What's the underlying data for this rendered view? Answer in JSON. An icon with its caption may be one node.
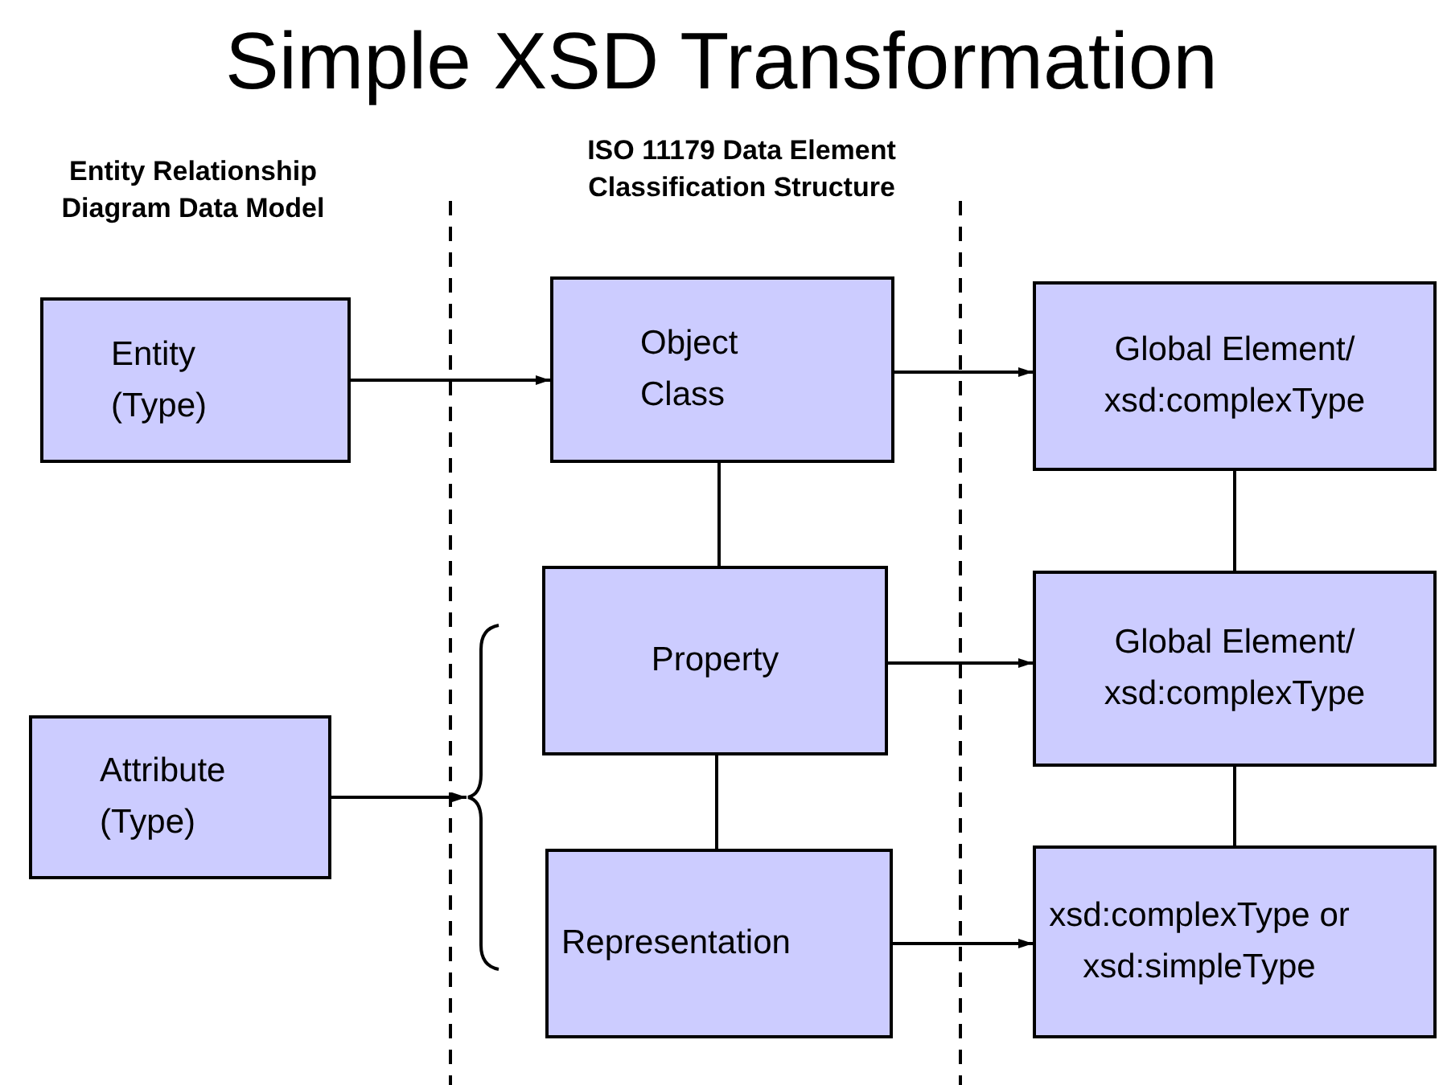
{
  "diagram": {
    "title": "Simple XSD Transformation",
    "nodes": [
      {
        "text": [
          "Entity (Type)"
        ]
      },
      {
        "text": [
          "Object Class"
        ]
      },
      {
        "text": [
          "Global Element/ xsd:complexType"
        ]
      },
      {
        "text": [
          "Attribute (Type)"
        ]
      },
      {
        "text": [
          "Property"
        ]
      },
      {
        "text": [
          "Representation"
        ]
      },
      {
        "text": [
          "Global Element/ xsd:complexType"
        ]
      },
      {
        "text": [
          "xsd:complexType or xsd:simpleType"
        ]
      },
      {
        "text": [],
        "shape": "bracket"
      }
    ],
    "edges": [
      {
        "from": 0,
        "to": 1,
        "arrow": "to"
      },
      {
        "from": 1,
        "to": 2,
        "arrow": "to"
      },
      {
        "from": 3,
        "to": 8,
        "arrow": "to"
      },
      {
        "from": 1,
        "to": 4,
        "arrow": "none"
      },
      {
        "from": 4,
        "to": 6,
        "arrow": "to"
      },
      {
        "from": 4,
        "to": 5,
        "arrow": "none"
      },
      {
        "from": 5,
        "to": 7,
        "arrow": "to"
      },
      {
        "from": 2,
        "to": 6,
        "arrow": "none"
      },
      {
        "from": 6,
        "to": 7,
        "arrow": "none"
      }
    ],
    "labels": [
      "Entity Relationship Diagram Data Model",
      "ISO 11179 Data Element Classification Structure"
    ]
  }
}
